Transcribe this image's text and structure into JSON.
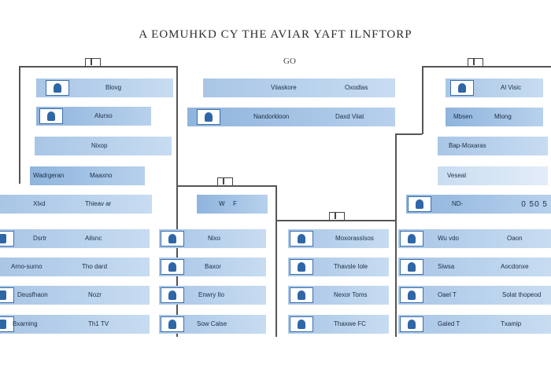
{
  "title": "A EOMUHKD CY THE AVIAR YAFT ILNFTORP",
  "subtitle": "GO",
  "rows": [
    {
      "label": "Blovg",
      "value": ""
    },
    {
      "label": "Alurso",
      "value": ""
    },
    {
      "label": "Nixop",
      "value": ""
    },
    {
      "label": "Wadrgeran",
      "value": "Maaxno"
    },
    {
      "label": "Viiaskore",
      "value": "Oxodlas"
    },
    {
      "label": "Nandorkloon",
      "value": "Daxd Viiat"
    },
    {
      "label": "Xlxd",
      "value": "Thieav ar"
    },
    {
      "label": "W",
      "value": "F"
    },
    {
      "label": "Dsrtr",
      "value": "Ailsnc"
    },
    {
      "label": "Arno-surno",
      "value": "Tho dard"
    },
    {
      "label": "Deusfhaon",
      "value": "Nozr"
    },
    {
      "label": "Bxarning",
      "value": "Th1 TV"
    },
    {
      "label": "Nixo",
      "value": ""
    },
    {
      "label": "Baxor",
      "value": ""
    },
    {
      "label": "Enwry Ilo",
      "value": ""
    },
    {
      "label": "Sow Calse",
      "value": ""
    },
    {
      "label": "Moxorasslsos",
      "value": ""
    },
    {
      "label": "Thavsle Iole",
      "value": ""
    },
    {
      "label": "Nexor Toms",
      "value": ""
    },
    {
      "label": "Thaxwe FC",
      "value": ""
    },
    {
      "label": "Al Visic",
      "value": ""
    },
    {
      "label": "Mbsen",
      "value": "Mlong"
    },
    {
      "label": "Bap-Moxaras",
      "value": ""
    },
    {
      "label": "Veseal",
      "value": ""
    },
    {
      "label": "ND-",
      "value": "0 50 5"
    },
    {
      "label": "Wu vdo",
      "value": "Oaon"
    },
    {
      "label": "Siwsa",
      "value": "Aocdonxe"
    },
    {
      "label": "Oael T",
      "value": "Solat thopeod"
    },
    {
      "label": "Galed T",
      "value": "Txamip"
    }
  ]
}
